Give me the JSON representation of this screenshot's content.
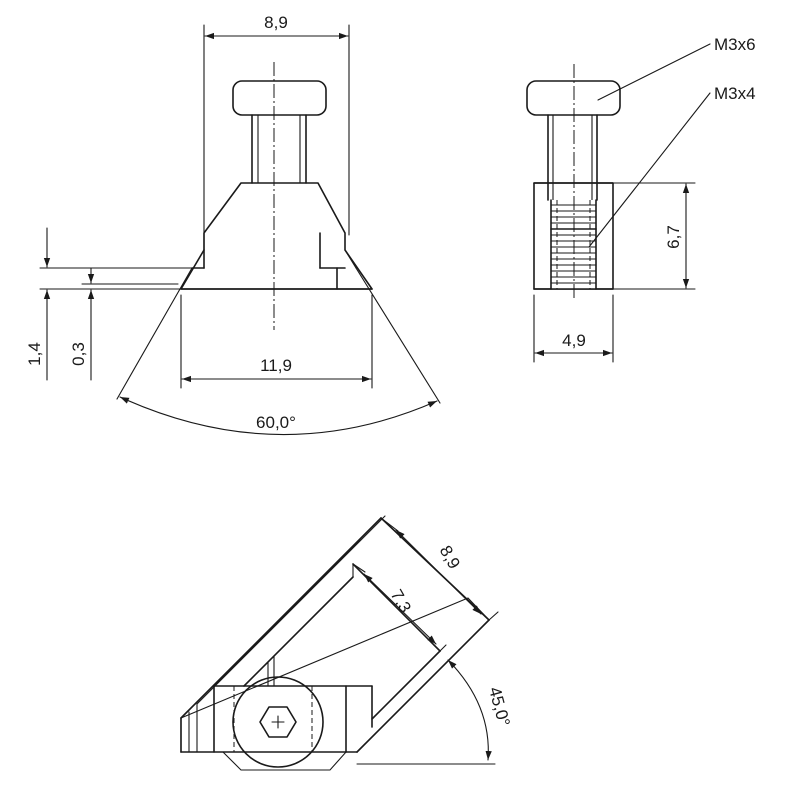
{
  "dimensions": {
    "front_top_width": "8,9",
    "front_base_width": "11,9",
    "front_angle": "60,0°",
    "front_height_left": "1,4",
    "front_height_small": "0,3",
    "side_height": "6,7",
    "side_width": "4,9",
    "bottom_width_outer": "8,9",
    "bottom_width_inner": "7,3",
    "bottom_angle": "45,0°"
  },
  "callouts": {
    "screw_top": "M3x6",
    "screw_bottom": "M3x4"
  }
}
